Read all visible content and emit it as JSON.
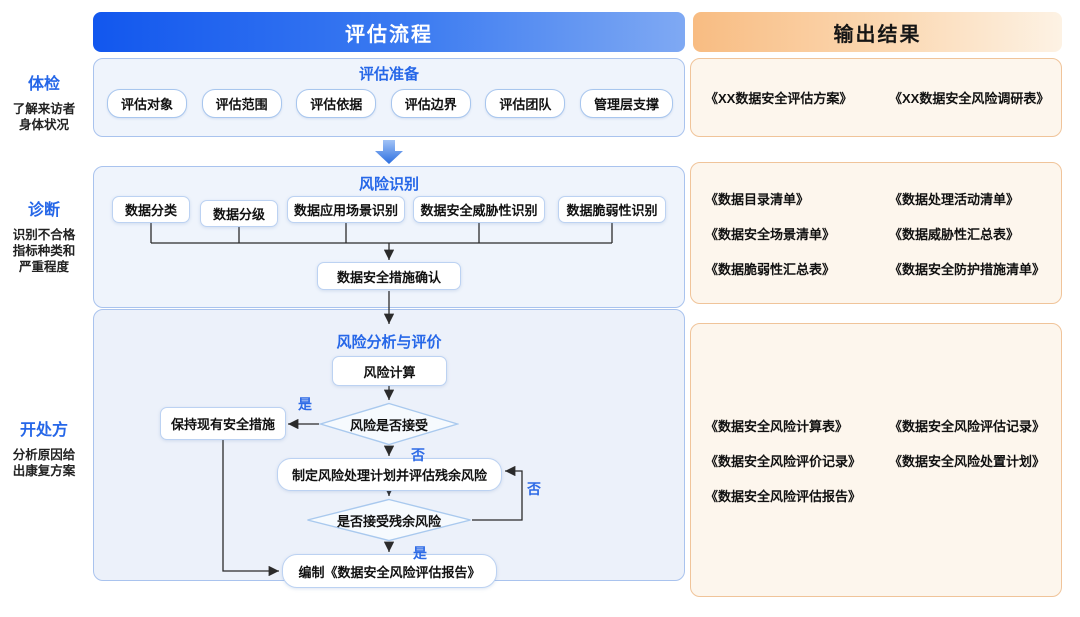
{
  "colors": {
    "process_header_gradient_start": "#1257EE",
    "process_header_gradient_end": "#7FA9F3",
    "output_header_gradient_start": "#F8BC82",
    "output_header_gradient_end": "#FDF2E4",
    "section_fill": "#EFF4FC",
    "section_border": "#A9C3EE",
    "output_fill": "#FDF6ED",
    "output_border": "#F0C49A",
    "accent_blue": "#2667E8",
    "connector": "#2B2B2B"
  },
  "headers": {
    "process": "评估流程",
    "output": "输出结果"
  },
  "left_rail": [
    {
      "title": "体检",
      "desc": [
        "了解来访者",
        "身体状况"
      ]
    },
    {
      "title": "诊断",
      "desc": [
        "识别不合格",
        "指标种类和",
        "严重程度"
      ]
    },
    {
      "title": "开处方",
      "desc": [
        "分析原因给",
        "出康复方案"
      ]
    }
  ],
  "prepare": {
    "title": "评估准备",
    "pills": [
      "评估对象",
      "评估范围",
      "评估依据",
      "评估边界",
      "评估团队",
      "管理层支撑"
    ]
  },
  "identify": {
    "title": "风险识别",
    "items": [
      "数据分类",
      "数据分级",
      "数据应用场景识别",
      "数据安全威胁性识别",
      "数据脆弱性识别"
    ],
    "confirm": "数据安全措施确认"
  },
  "analyze": {
    "title": "风险分析与评价",
    "calc": "风险计算",
    "decision_accept": "风险是否接受",
    "keep": "保持现有安全措施",
    "plan": "制定风险处理计划并评估残余风险",
    "decision_residual": "是否接受残余风险",
    "report": "编制《数据安全风险评估报告》",
    "label_yes": "是",
    "label_no": "否"
  },
  "outputs": {
    "prepare": [
      "《XX数据安全评估方案》",
      "《XX数据安全风险调研表》"
    ],
    "identify": [
      "《数据目录清单》",
      "《数据处理活动清单》",
      "《数据安全场景清单》",
      "《数据威胁性汇总表》",
      "《数据脆弱性汇总表》",
      "《数据安全防护措施清单》"
    ],
    "analyze": [
      "《数据安全风险计算表》",
      "《数据安全风险评估记录》",
      "《数据安全风险评价记录》",
      "《数据安全风险处置计划》",
      "《数据安全风险评估报告》"
    ]
  }
}
